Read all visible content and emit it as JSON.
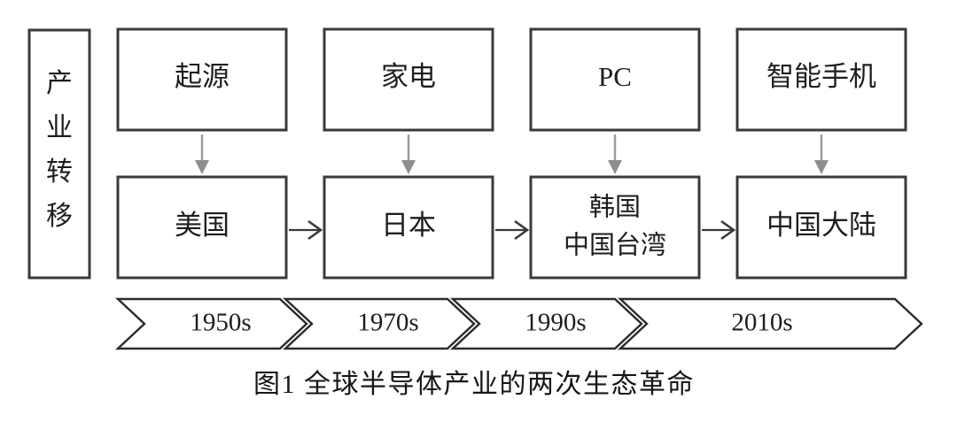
{
  "figure": {
    "caption": "图1  全球半导体产业的两次生态革命",
    "background_color": "#ffffff",
    "box_stroke_color": "#3a3a3e",
    "vertical_arrow_color": "#8e8e90",
    "horizontal_arrow_color": "#3a3a3e",
    "chevron_stroke_color": "#2b2b2e",
    "text_color": "#1d1d1f"
  },
  "side_label": {
    "text": "产业转移",
    "chars": [
      "产",
      "业",
      "转",
      "移"
    ],
    "orientation": "vertical"
  },
  "era_row": {
    "title": "era-row",
    "items": [
      {
        "label": "起源"
      },
      {
        "label": "家电"
      },
      {
        "label": "PC"
      },
      {
        "label": "智能手机"
      }
    ]
  },
  "region_row": {
    "title": "region-row",
    "items": [
      {
        "lines": [
          "美国"
        ]
      },
      {
        "lines": [
          "日本"
        ]
      },
      {
        "lines": [
          "韩国",
          "中国台湾"
        ]
      },
      {
        "lines": [
          "中国大陆"
        ]
      }
    ]
  },
  "transition_arrows": {
    "vertical_count": 4,
    "horizontal_count": 3,
    "direction": "downward-and-rightward"
  },
  "timeline": {
    "segments": [
      {
        "label": "1950s"
      },
      {
        "label": "1970s"
      },
      {
        "label": "1990s"
      },
      {
        "label": "2010s"
      }
    ]
  }
}
